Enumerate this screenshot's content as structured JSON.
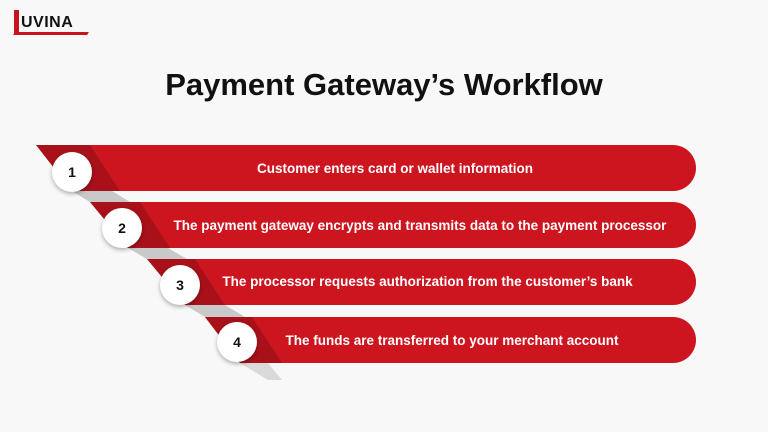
{
  "logo": {
    "text": "UVINA"
  },
  "title": "Payment Gateway’s Workflow",
  "colors": {
    "accent": "#cd1520",
    "background": "#f8f8f8"
  },
  "steps": [
    {
      "number": "1",
      "label": "Customer enters card or wallet information"
    },
    {
      "number": "2",
      "label": "The payment gateway encrypts and transmits data to the payment processor"
    },
    {
      "number": "3",
      "label": "The processor requests authorization from the customer’s bank"
    },
    {
      "number": "4",
      "label": "The funds are transferred to your merchant account"
    }
  ]
}
